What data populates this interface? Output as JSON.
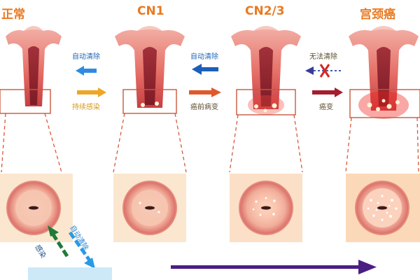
{
  "stages": [
    {
      "title": "正常"
    },
    {
      "title": "CN1"
    },
    {
      "title": "CN2/3"
    },
    {
      "title": "宫颈癌"
    }
  ],
  "transitions": [
    {
      "back_label": "自动清除",
      "forward_label": "持续感染"
    },
    {
      "back_label": "自动清除",
      "forward_label": "癌前病变"
    },
    {
      "back_label": "无法清除",
      "forward_label": "癌变"
    }
  ],
  "bottom": {
    "infection_label": "感染",
    "clear_label": "自动清除"
  },
  "colors": {
    "title": "#e97a22",
    "blue_arrow": "#2f8be0",
    "gold_arrow": "#f0a525",
    "red_arrow": "#a51d2d",
    "purple_arrow": "#4b1e84"
  }
}
